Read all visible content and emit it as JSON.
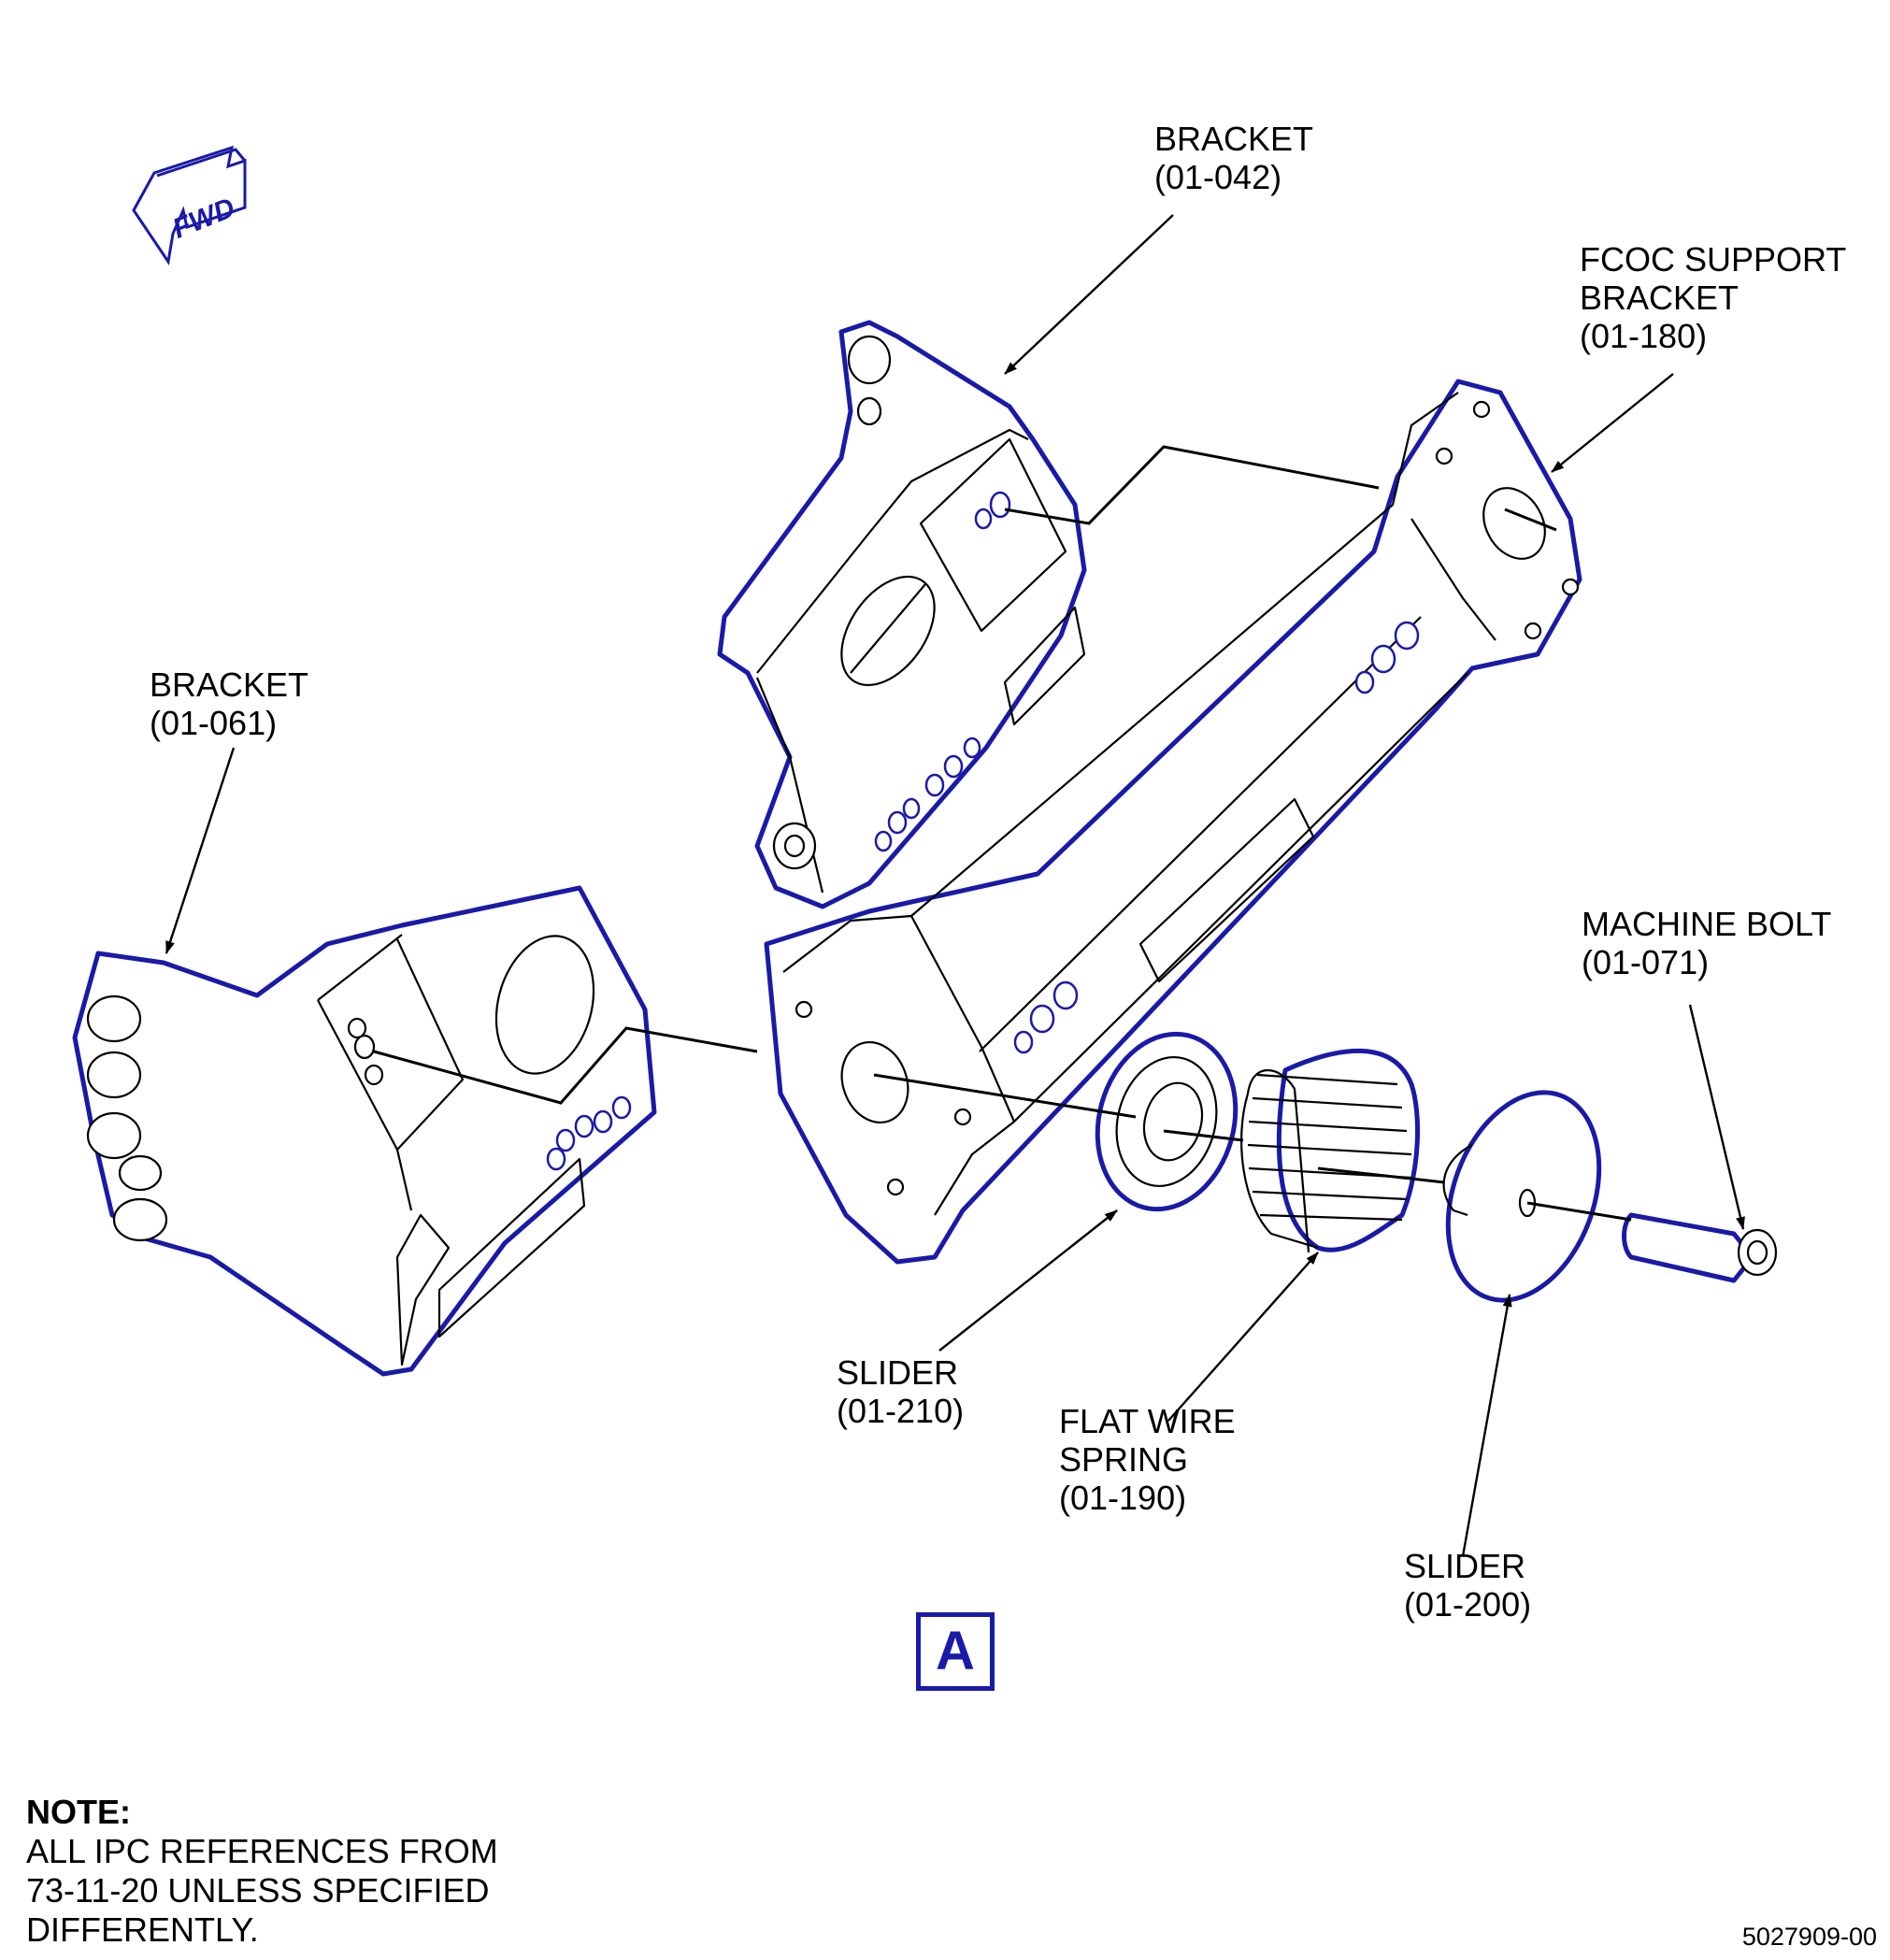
{
  "direction_arrow": {
    "label": "FWD"
  },
  "callouts": {
    "bracket_042": {
      "lines": [
        "BRACKET",
        "(01-042)"
      ]
    },
    "fcoc_support_bracket": {
      "lines": [
        "FCOC SUPPORT",
        "BRACKET",
        "(01-180)"
      ]
    },
    "bracket_061": {
      "lines": [
        "BRACKET",
        "(01-061)"
      ]
    },
    "machine_bolt": {
      "lines": [
        "MACHINE BOLT",
        "(01-071)"
      ]
    },
    "slider_210": {
      "lines": [
        "SLIDER",
        "(01-210)"
      ]
    },
    "flat_wire_spring": {
      "lines": [
        "FLAT WIRE",
        "SPRING",
        "(01-190)"
      ]
    },
    "slider_200": {
      "lines": [
        "SLIDER",
        "(01-200)"
      ]
    }
  },
  "view_marker": "A",
  "note": {
    "title": "NOTE:",
    "lines": [
      "ALL IPC REFERENCES FROM",
      "73-11-20 UNLESS SPECIFIED",
      "DIFFERENTLY."
    ]
  },
  "figure_number": "5027909-00",
  "colors": {
    "outline": "#1a1aa8",
    "line": "#000000",
    "background": "#ffffff"
  }
}
